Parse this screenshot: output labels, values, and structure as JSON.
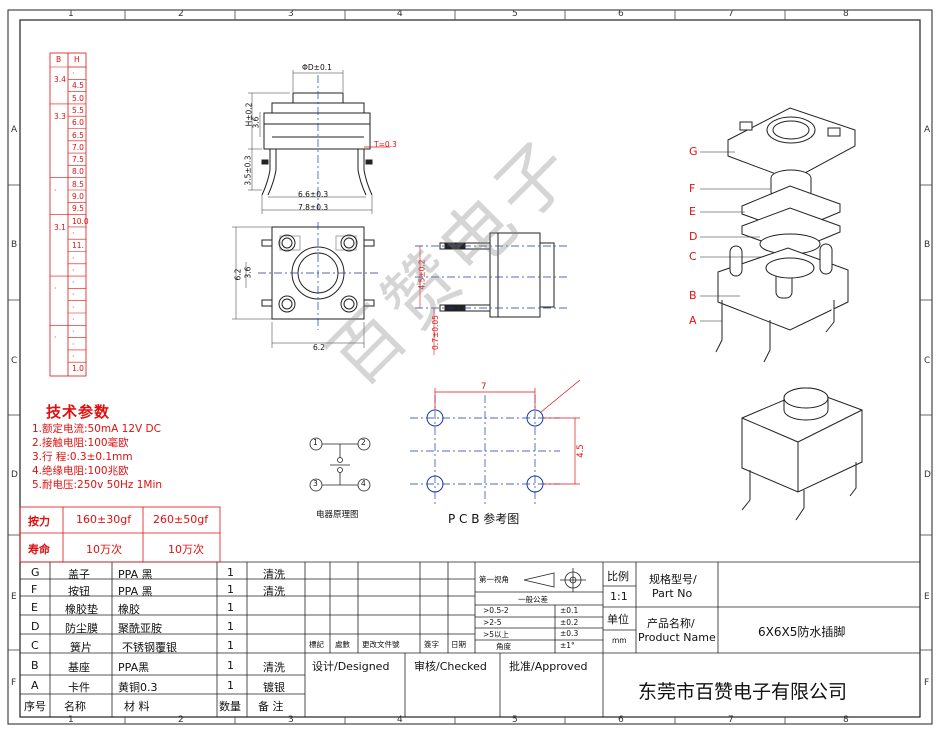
{
  "zones": {
    "top": [
      "1",
      "2",
      "3",
      "4",
      "5",
      "6",
      "7",
      "8"
    ],
    "side": [
      "A",
      "B",
      "C",
      "D",
      "E",
      "F"
    ]
  },
  "size_table": {
    "headers": [
      "B",
      "H"
    ],
    "b_groups": [
      "3.4",
      "3.3",
      "·",
      "3.1",
      "·",
      "·"
    ],
    "h_values": [
      "·",
      "4.5",
      "5.0",
      "5.5",
      "6.0",
      "6.5",
      "7.0",
      "7.5",
      "8.0",
      "8.5",
      "9.0",
      "9.5",
      "10.0",
      "·",
      "11.",
      "·",
      "·",
      "·",
      "·",
      "·",
      "·",
      "·",
      "·",
      "·",
      "1.0"
    ]
  },
  "tech": {
    "title": "技术参数",
    "lines": [
      "1.额定电流:50mA 12V DC",
      "2.接触电阻:100毫欧",
      "3.行    程:0.3±0.1mm",
      "4.绝缘电阻:100兆欧",
      "5.耐电压:250v 50Hz 1Min"
    ]
  },
  "force_table": {
    "rows": [
      {
        "label": "按力",
        "a": "160±30gf",
        "b": "260±50gf"
      },
      {
        "label": "寿命",
        "a": "10万次",
        "b": "10万次"
      }
    ]
  },
  "dims": {
    "top_width": "ΦD±0.1",
    "h_side": "H±0.2",
    "h_inner": "3.6",
    "h_lower": "3.5±0.3",
    "t_note": "T=0.3",
    "w_inner": "6.6±0.3",
    "w_outer": "7.8±0.3",
    "side_small": "3.6",
    "side_62": "6.2",
    "bottom_62": "6.2",
    "r_45": "4.5±0.2",
    "r_small": "0.7±0.05"
  },
  "pcb": {
    "dim_w": "7",
    "dim_h": "4.5",
    "label": "P C B 参考图"
  },
  "circuit": {
    "pins": [
      "1",
      "2",
      "3",
      "4"
    ],
    "label": "电器原理图"
  },
  "explode_labels": [
    "G",
    "F",
    "E",
    "D",
    "C",
    "B",
    "A"
  ],
  "watermark": "百赞电子",
  "bom": {
    "rows": [
      {
        "id": "G",
        "name": "盖子",
        "mat": "PPA 黑",
        "qty": "1",
        "note": "清洗"
      },
      {
        "id": "F",
        "name": "按钮",
        "mat": "PPA 黑",
        "qty": "1",
        "note": "清洗"
      },
      {
        "id": "E",
        "name": "橡胶垫",
        "mat": "橡胶",
        "qty": "1",
        "note": ""
      },
      {
        "id": "D",
        "name": "防尘膜",
        "mat": "聚酰亚胺",
        "qty": "1",
        "note": ""
      },
      {
        "id": "C",
        "name": "簧片",
        "mat": "不锈钢覆银",
        "qty": "1",
        "note": ""
      },
      {
        "id": "B",
        "name": "基座",
        "mat": "PPA黑",
        "qty": "1",
        "note": "清洗"
      },
      {
        "id": "A",
        "name": "卡件",
        "mat": "黄铜0.3",
        "qty": "1",
        "note": "镀银"
      }
    ],
    "footer": {
      "id": "序号",
      "name": "名称",
      "mat": "材  料",
      "qty": "数量",
      "note": "备  注"
    }
  },
  "rev": {
    "cols": [
      "標記",
      "處數",
      "更改文件號",
      "簽字",
      "日期"
    ],
    "design": "设计/Designed",
    "check": "审核/Checked",
    "approve": "批准/Approved"
  },
  "tol": {
    "view": "第一视角",
    "title": "一般公差",
    "rows": [
      {
        "range": ">0.5-2",
        "val": "±0.1"
      },
      {
        "range": ">2-5",
        "val": "±0.2"
      },
      {
        "range": ">5以上",
        "val": "±0.3"
      },
      {
        "range": "角度",
        "val": "±1°"
      }
    ]
  },
  "title_block": {
    "scale_label": "比例",
    "scale": "1:1",
    "unit_label": "单位",
    "unit": "mm",
    "model_label1": "规格型号/",
    "model_label2": "Part No",
    "name_label1": "产品名称/",
    "name_label2": "Product Name",
    "name": "6X6X5防水插脚",
    "company": "东莞市百赞电子有限公司"
  }
}
